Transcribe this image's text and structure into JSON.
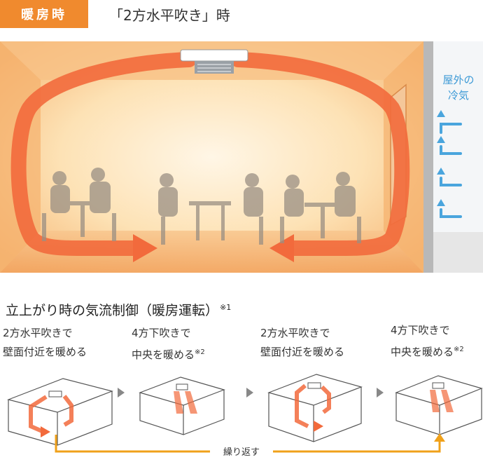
{
  "header": {
    "tag_label": "暖房時",
    "subtitle": "「2方水平吹き」時",
    "tag_color": "#f08a2e"
  },
  "room": {
    "outside_air_line1": "屋外の",
    "outside_air_line2": "冷気"
  },
  "sequence": {
    "title": "立上がり時の気流制御（暖房運転）",
    "title_note": "※1",
    "steps": [
      {
        "line1": "2方水平吹きで",
        "line2": "壁面付近を暖める",
        "note": ""
      },
      {
        "line1": "4方下吹きで",
        "line2": "中央を暖める",
        "note": "※2"
      },
      {
        "line1": "2方水平吹きで",
        "line2": "壁面付近を暖める",
        "note": ""
      },
      {
        "line1": "4方下吹きで",
        "line2": "中央を暖める",
        "note": "※2"
      }
    ],
    "repeat_label": "繰り返す",
    "repeat_color": "#f0a11a"
  },
  "colors": {
    "warm_flow": "#f26a3c",
    "cold_flow": "#4aa5dd"
  }
}
